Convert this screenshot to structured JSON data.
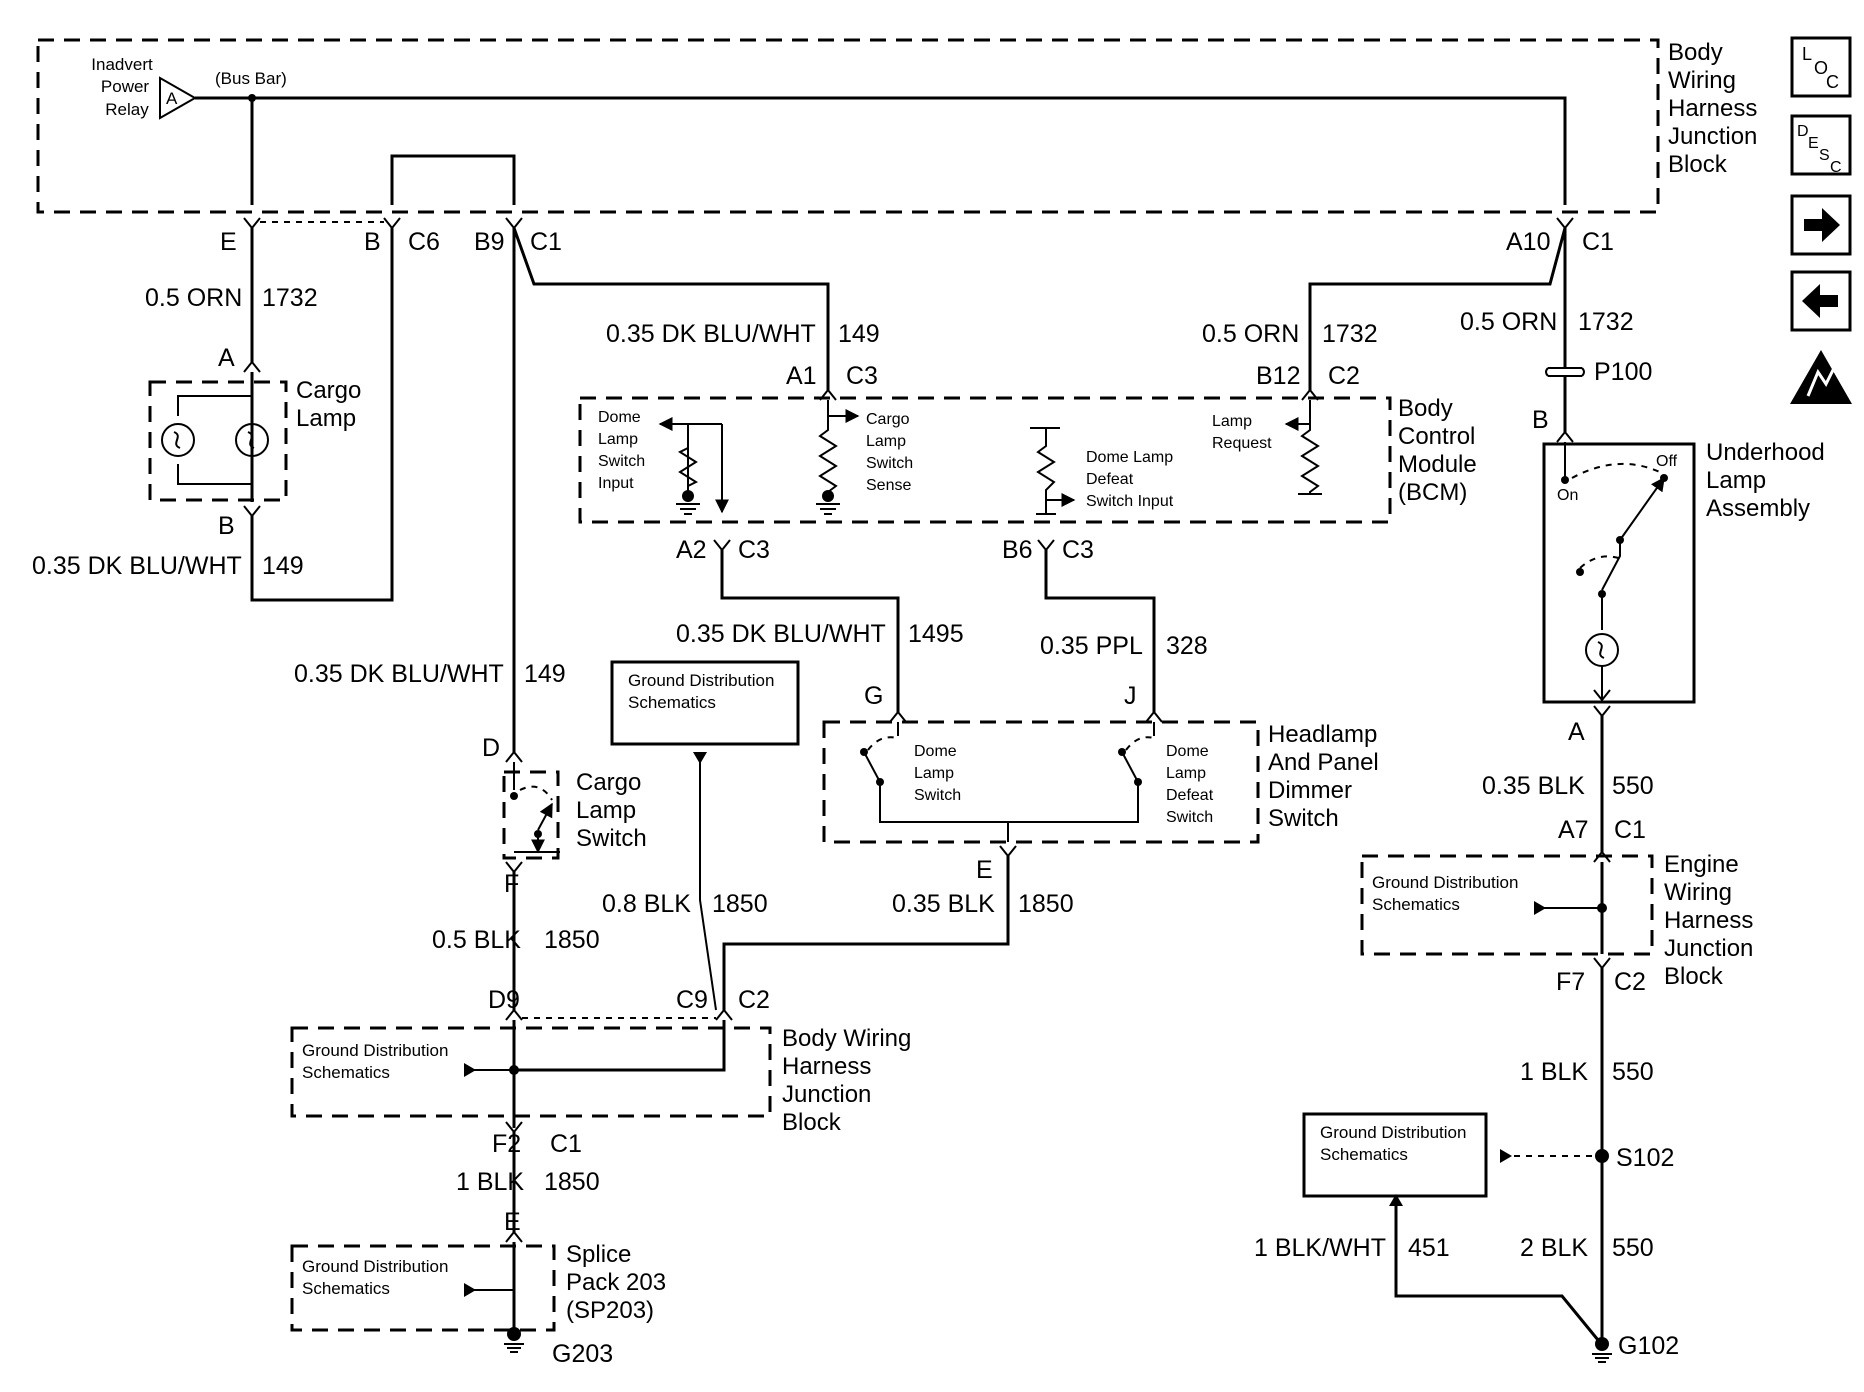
{
  "relay": {
    "line1": "Inadvert",
    "line2": "Power",
    "line3": "Relay",
    "pin": "A",
    "busbar": "(Bus Bar)"
  },
  "bwhjb_top": {
    "l1": "Body",
    "l2": "Wiring",
    "l3": "Harness",
    "l4": "Junction",
    "l5": "Block"
  },
  "pins_top": {
    "e": "E",
    "b": "B",
    "c6": "C6",
    "b9": "B9",
    "c1a": "C1",
    "a10": "A10",
    "c1b": "C1"
  },
  "wires": {
    "w1": {
      "gauge": "0.5 ORN",
      "circuit": "1732"
    },
    "w2": {
      "gauge": "0.35 DK BLU/WHT",
      "circuit": "149"
    },
    "w3": {
      "gauge": "0.5 ORN",
      "circuit": "1732"
    },
    "w4": {
      "gauge": "0.5 ORN",
      "circuit": "1732"
    },
    "w5": {
      "gauge": "0.35 DK BLU/WHT",
      "circuit": "149"
    },
    "w6": {
      "gauge": "0.35 DK BLU/WHT",
      "circuit": "149"
    },
    "w7": {
      "gauge": "0.35 DK BLU/WHT",
      "circuit": "1495"
    },
    "w8": {
      "gauge": "0.35 PPL",
      "circuit": "328"
    },
    "w9": {
      "gauge": "0.35 BLK",
      "circuit": "550"
    },
    "w10": {
      "gauge": "0.8 BLK",
      "circuit": "1850"
    },
    "w11": {
      "gauge": "0.35 BLK",
      "circuit": "1850"
    },
    "w12": {
      "gauge": "0.5 BLK",
      "circuit": "1850"
    },
    "w13": {
      "gauge": "1 BLK",
      "circuit": "550"
    },
    "w14": {
      "gauge": "1 BLK",
      "circuit": "1850"
    },
    "w15": {
      "gauge": "1 BLK/WHT",
      "circuit": "451"
    },
    "w16": {
      "gauge": "2 BLK",
      "circuit": "550"
    }
  },
  "cargo_lamp": {
    "l1": "Cargo",
    "l2": "Lamp",
    "pin_a": "A",
    "pin_b": "B"
  },
  "bcm": {
    "l1": "Body",
    "l2": "Control",
    "l3": "Module",
    "l4": "(BCM)",
    "pin_a1": "A1",
    "c3a": "C3",
    "pin_b12": "B12",
    "c2": "C2",
    "pin_a2": "A2",
    "c3b": "C3",
    "pin_b6": "B6",
    "c3c": "C3",
    "dome_in": [
      "Dome",
      "Lamp",
      "Switch",
      "Input"
    ],
    "cargo_sense": [
      "Cargo",
      "Lamp",
      "Switch",
      "Sense"
    ],
    "defeat": [
      "Dome Lamp",
      "Defeat",
      "Switch Input"
    ],
    "lamp_req": [
      "Lamp",
      "Request"
    ]
  },
  "p100": "P100",
  "underhood": {
    "pin_b": "B",
    "l1": "Underhood",
    "l2": "Lamp",
    "l3": "Assembly",
    "on": "On",
    "off": "Off",
    "pin_a": "A"
  },
  "gds": {
    "l1": "Ground Distribution",
    "l2": "Schematics"
  },
  "headlamp_sw": {
    "l1": "Headlamp",
    "l2": "And Panel",
    "l3": "Dimmer",
    "l4": "Switch",
    "pin_g": "G",
    "pin_j": "J",
    "pin_e": "E",
    "dome": [
      "Dome",
      "Lamp",
      "Switch"
    ],
    "defeat": [
      "Dome",
      "Lamp",
      "Defeat",
      "Switch"
    ]
  },
  "cargo_switch": {
    "l1": "Cargo",
    "l2": "Lamp",
    "l3": "Switch",
    "pin_d": "D",
    "pin_f": "F"
  },
  "ewhjb": {
    "l1": "Engine",
    "l2": "Wiring",
    "l3": "Harness",
    "l4": "Junction",
    "l5": "Block",
    "pin_a7": "A7",
    "c1": "C1",
    "pin_f7": "F7",
    "c2": "C2"
  },
  "bwhjb_bot": {
    "l1": "Body Wiring",
    "l2": "Harness",
    "l3": "Junction",
    "l4": "Block",
    "pin_d9": "D9",
    "pin_c9": "C9",
    "c2": "C2",
    "pin_f2": "F2",
    "c1": "C1"
  },
  "splice": {
    "l1": "Splice",
    "l2": "Pack 203",
    "l3": "(SP203)",
    "pin_e": "E",
    "ground": "G203"
  },
  "s102": "S102",
  "g102": "G102",
  "nav": {
    "loc": {
      "a": "L",
      "b": "O",
      "c": "C"
    },
    "desc": {
      "a": "D",
      "b": "E",
      "c": "S",
      "d": "C"
    },
    "next": "next-arrow-icon",
    "prev": "prev-arrow-icon",
    "esd": "esd-warning-icon"
  }
}
